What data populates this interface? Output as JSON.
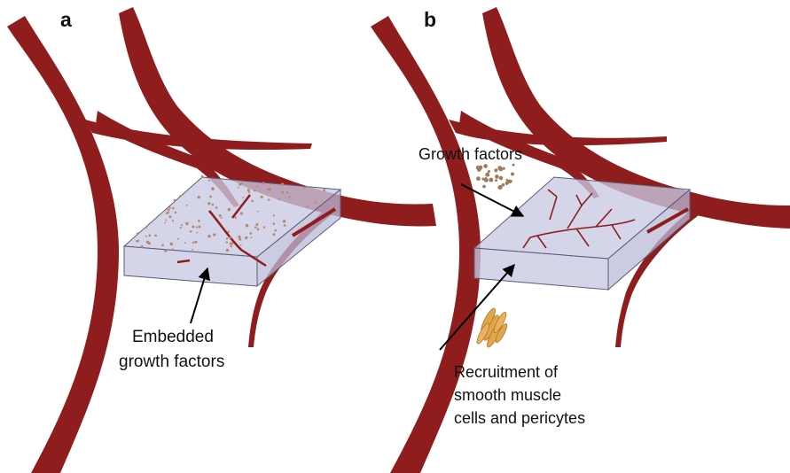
{
  "colors": {
    "vessel": "#8f1d1d",
    "scaffold_fill": "#c9c9e4",
    "scaffold_edge": "#5c5c78",
    "factor_dots": "#b78a6a",
    "smooth_muscle_cells": "#e0a64a",
    "arrow": "#000000"
  },
  "panel_a": {
    "letter": "a",
    "caption_line1": "Embedded",
    "caption_line2": "growth factors"
  },
  "panel_b": {
    "letter": "b",
    "growth_factors_label": "Growth factors",
    "recruitment_line1": "Recruitment of",
    "recruitment_line2": "smooth muscle",
    "recruitment_line3": "cells and pericytes"
  }
}
